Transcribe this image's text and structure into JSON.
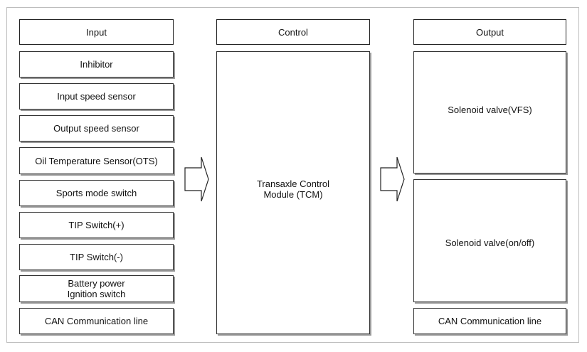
{
  "columns": {
    "input": {
      "header": "Input",
      "items": [
        "Inhibitor",
        "Input speed sensor",
        "Output speed sensor",
        "Oil Temperature Sensor(OTS)",
        "Sports mode switch",
        "TIP Switch(+)",
        "TIP Switch(-)",
        [
          "Battery power",
          "Ignition switch"
        ],
        "CAN Communication line"
      ]
    },
    "control": {
      "header": "Control",
      "module": [
        "Transaxle Control",
        "Module (TCM)"
      ]
    },
    "output": {
      "header": "Output",
      "items": [
        "Solenoid valve(VFS)",
        "Solenoid valve(on/off)",
        "CAN Communication line"
      ]
    }
  }
}
